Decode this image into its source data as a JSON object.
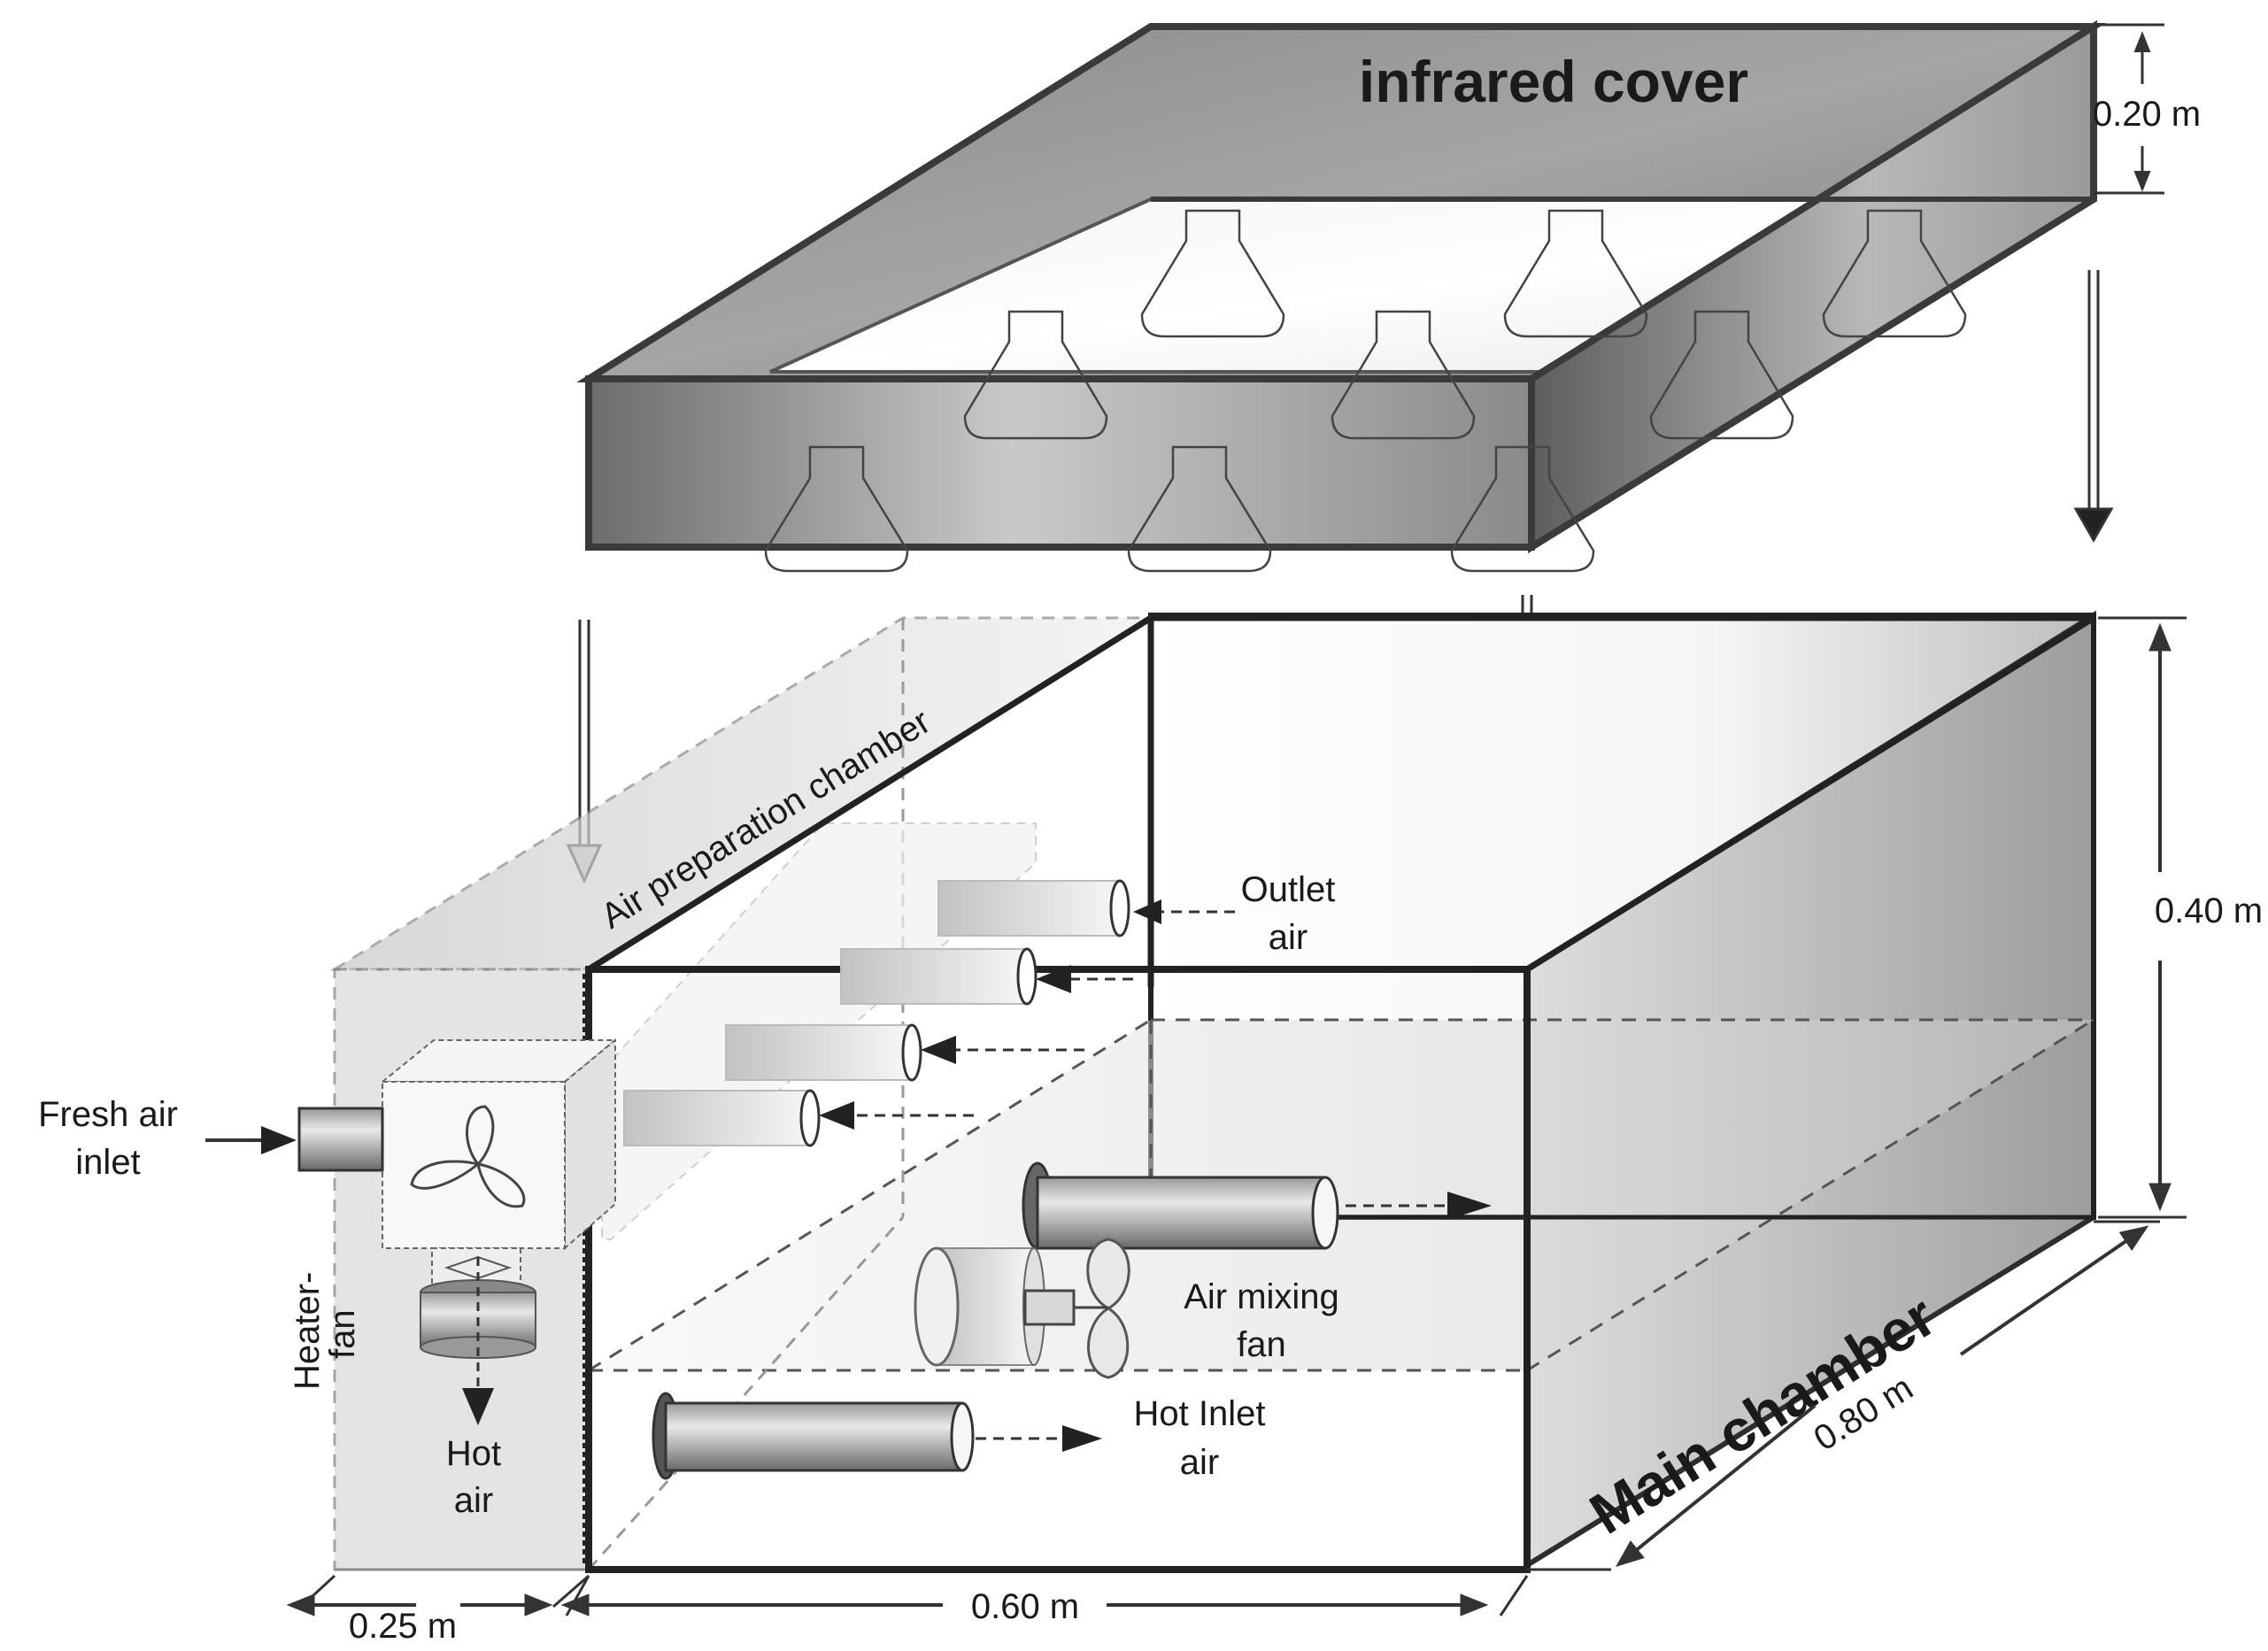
{
  "labels": {
    "infrared_cover": "infrared cover",
    "air_prep_chamber": "Air preparation chamber",
    "main_chamber": "Main chamber",
    "outlet_air_1": "Outlet",
    "outlet_air_2": "air",
    "fresh_air_1": "Fresh air",
    "fresh_air_2": "inlet",
    "heater_fan_1": "Heater-",
    "heater_fan_2": "fan",
    "hot_air_1": "Hot",
    "hot_air_2": "air",
    "air_mixing_fan_1": "Air mixing",
    "air_mixing_fan_2": "fan",
    "hot_inlet_1": "Hot Inlet",
    "hot_inlet_2": "air"
  },
  "dimensions": {
    "cover_height": "0.20 m",
    "chamber_height": "0.40 m",
    "depth": "0.80 m",
    "width": "0.60 m",
    "prep_width": "0.25 m"
  },
  "colors": {
    "line": "#333333",
    "dark_gray": "#7a7a7a",
    "mid_gray": "#b4b4b4",
    "light_gray": "#ececec"
  }
}
